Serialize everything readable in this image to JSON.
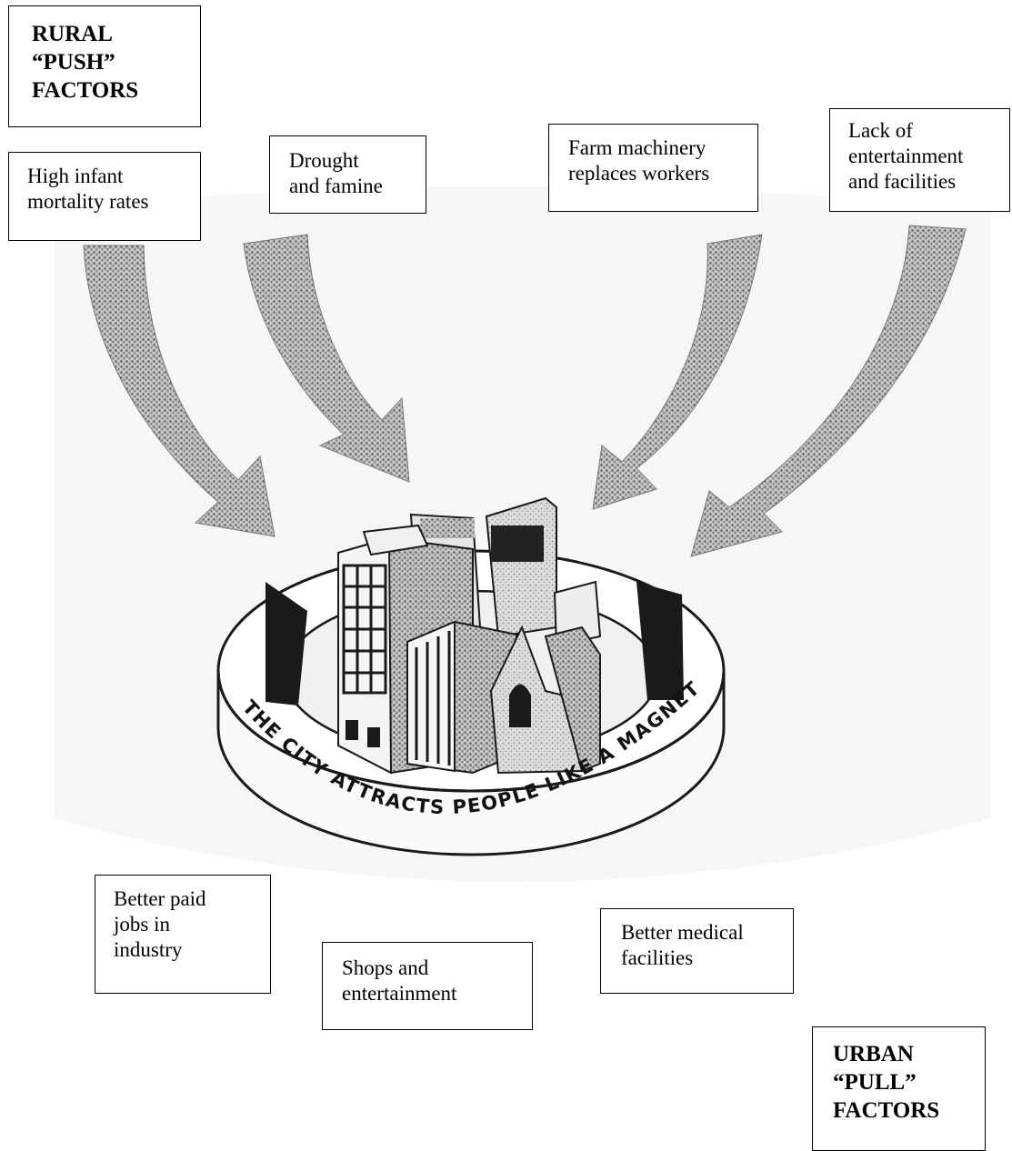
{
  "push_title": "RURAL\n“PUSH”\nFACTORS",
  "pull_title": "URBAN\n“PULL”\nFACTORS",
  "push_factors": [
    "High infant\nmortality rates",
    "Drought\nand famine",
    "Farm machinery\nreplaces workers",
    "Lack of\nentertainment\nand facilities"
  ],
  "pull_factors": [
    "Better paid\njobs in\nindustry",
    "Shops and\nentertainment",
    "Better medical\nfacilities"
  ],
  "magnet_text": "THE CITY ATTRACTS PEOPLE LIKE A MAGNET",
  "colors": {
    "stipple": "#9a9a9a",
    "building_fill": "#c9c9c9",
    "dark": "#1a1a1a"
  }
}
